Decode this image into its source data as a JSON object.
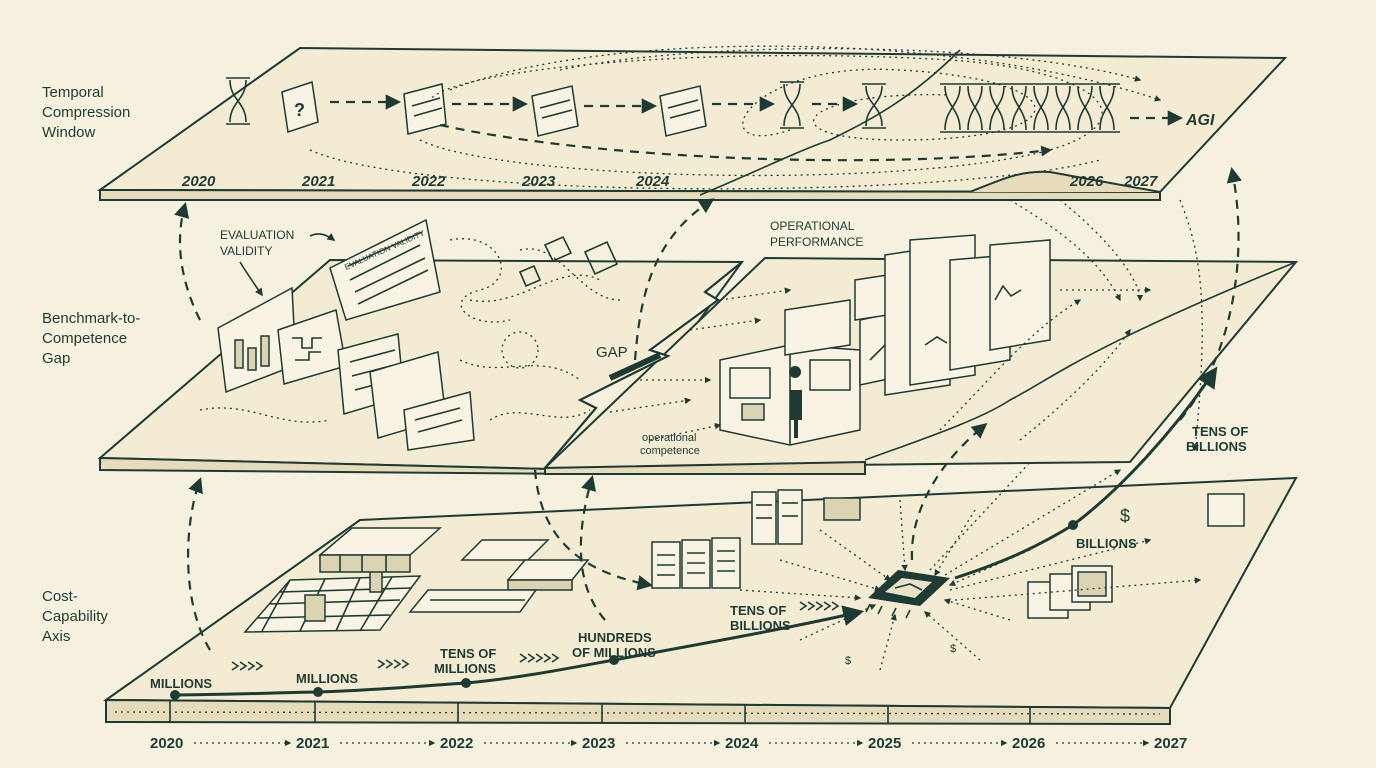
{
  "side_labels": {
    "top": [
      "Temporal",
      "Compression",
      "Window"
    ],
    "middle": [
      "Benchmark-to-",
      "Competence",
      "Gap"
    ],
    "bottom": [
      "Cost-",
      "Capability",
      "Axis"
    ]
  },
  "top_plane": {
    "years": [
      "2020",
      "2021",
      "2022",
      "2023",
      "2024",
      "2026",
      "2027"
    ],
    "endpoint": "AGI"
  },
  "middle_plane": {
    "evaluation_label": [
      "EVALUATION",
      "VALIDITY"
    ],
    "clipboard_title": "EVALUATION VALIDITY",
    "gap_label": "GAP",
    "operational_label": [
      "OPERATIONAL",
      "PERFORMANCE"
    ],
    "competence_label": [
      "operational",
      "competence"
    ]
  },
  "bottom_plane": {
    "cost_labels": {
      "millions_a": "MILLIONS",
      "millions_b": "MILLIONS",
      "tens_of_millions": [
        "TENS OF",
        "MILLIONS"
      ],
      "hundreds_of_millions": [
        "HUNDREDS",
        "OF MILLIONS"
      ],
      "tens_of_billions_low": [
        "TENS OF",
        "BILLIONS"
      ],
      "billions": "BILLIONS",
      "tens_of_billions_high": [
        "TENS OF",
        "BILLIONS"
      ]
    },
    "years": [
      "2020",
      "2021",
      "2022",
      "2023",
      "2024",
      "2025",
      "2026",
      "2027"
    ]
  }
}
